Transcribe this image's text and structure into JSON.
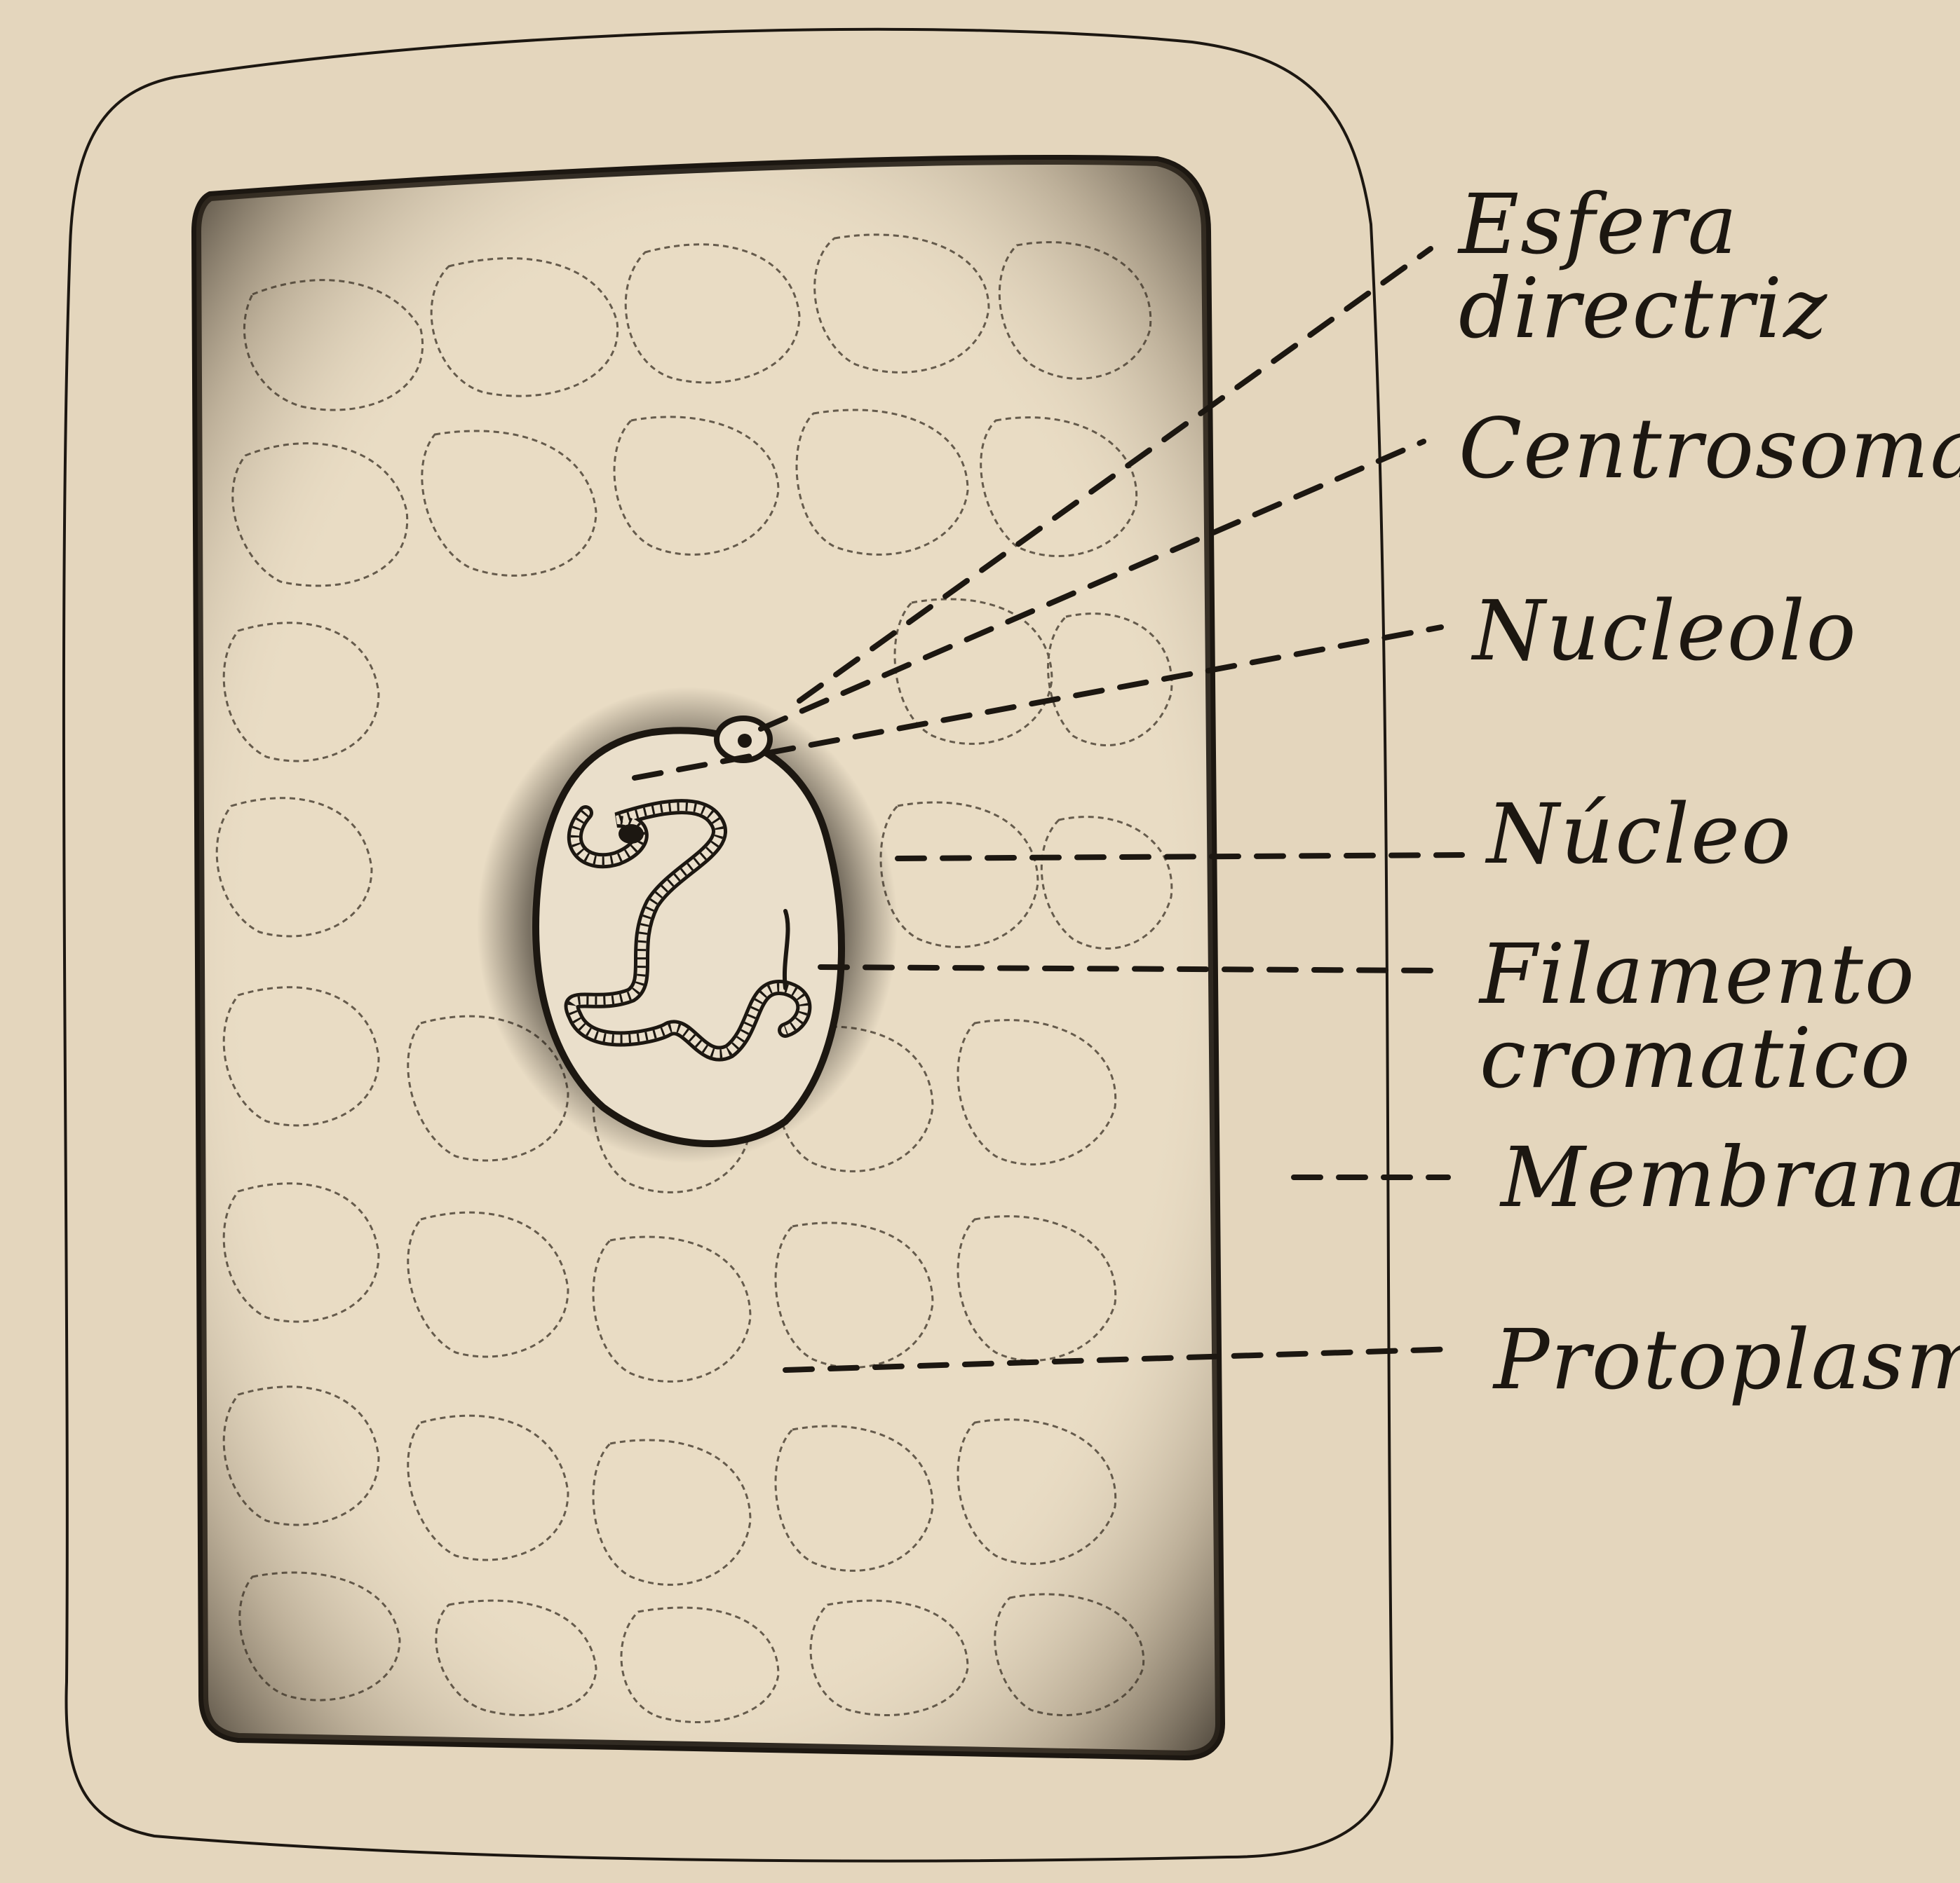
{
  "labels": {
    "esfera": [
      "Esfera",
      "directriz"
    ],
    "centrosoma": "Centrosoma",
    "nucleolo": "Nucleolo",
    "nucleo": "Núcleo",
    "filamento": [
      "Filamento",
      "cromatico"
    ],
    "membrana": "Membrana",
    "protoplasma": "Protoplasma"
  },
  "colors": {
    "paper": "#e4d6bd",
    "ink": "#1c1711",
    "cell_interior": "#e9dcc4"
  }
}
